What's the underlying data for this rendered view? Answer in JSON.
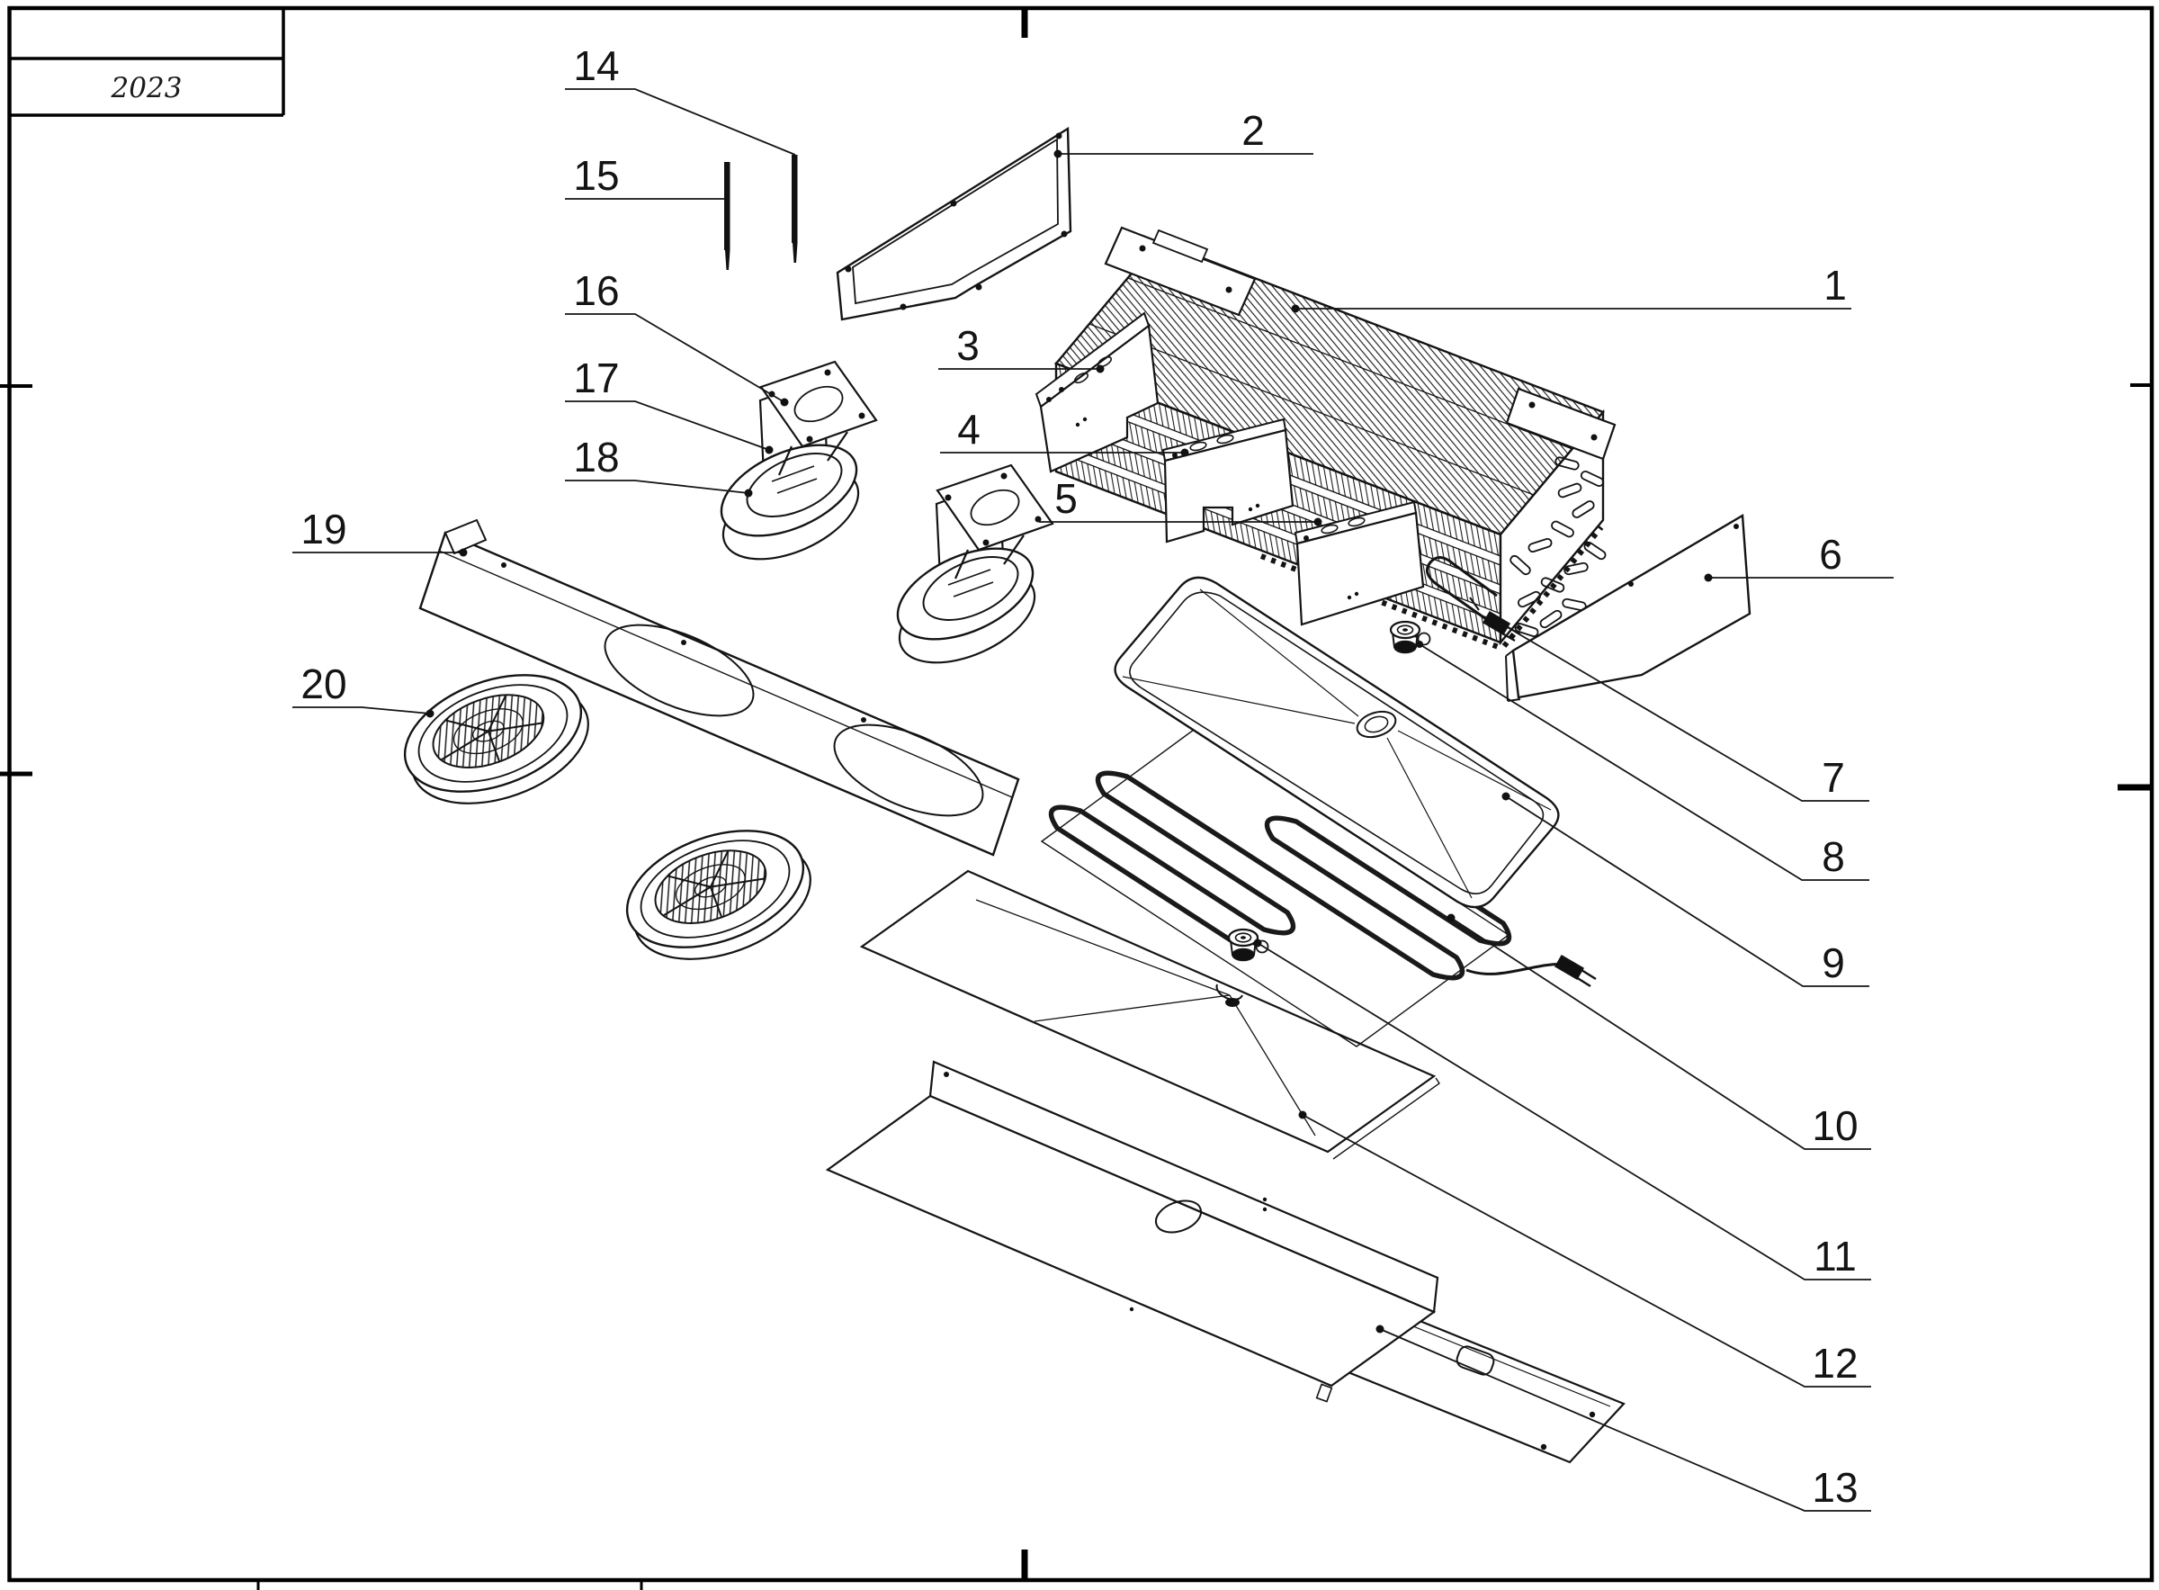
{
  "title_block": {
    "year": "2023"
  },
  "callouts": [
    {
      "num": "1"
    },
    {
      "num": "2"
    },
    {
      "num": "3"
    },
    {
      "num": "4"
    },
    {
      "num": "5"
    },
    {
      "num": "6"
    },
    {
      "num": "7"
    },
    {
      "num": "8"
    },
    {
      "num": "9"
    },
    {
      "num": "10"
    },
    {
      "num": "11"
    },
    {
      "num": "12"
    },
    {
      "num": "13"
    },
    {
      "num": "14"
    },
    {
      "num": "15"
    },
    {
      "num": "16"
    },
    {
      "num": "17"
    },
    {
      "num": "18"
    },
    {
      "num": "19"
    },
    {
      "num": "20"
    }
  ],
  "style": {
    "ink": "#141414",
    "paper": "#ffffff"
  }
}
